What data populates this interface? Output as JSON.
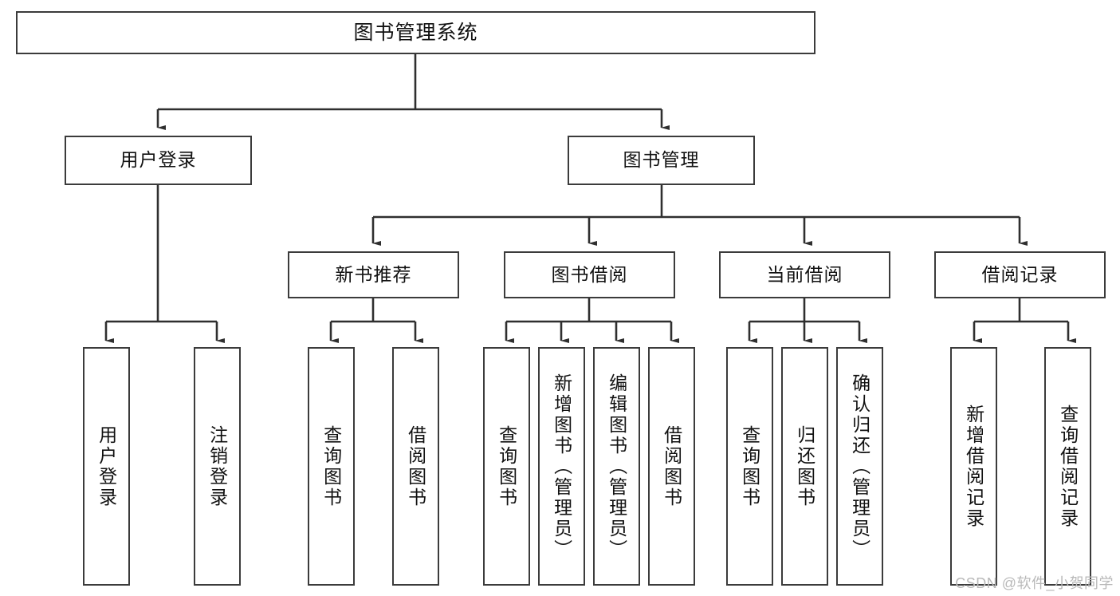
{
  "diagram": {
    "type": "tree",
    "title": "图书管理系统",
    "orientation": "top-down",
    "colors": {
      "border": "#3b3b3b",
      "fill": "#ffffff",
      "text": "#111111",
      "edge": "#2f2f2f",
      "watermark": "#b9b9b9"
    },
    "root": {
      "label": "图书管理系统"
    },
    "level2": [
      {
        "id": "user-login",
        "label": "用户登录"
      },
      {
        "id": "book-management",
        "label": "图书管理"
      }
    ],
    "level3": [
      {
        "id": "new-book-recommend",
        "label": "新书推荐"
      },
      {
        "id": "book-borrow",
        "label": "图书借阅"
      },
      {
        "id": "current-borrow",
        "label": "当前借阅"
      },
      {
        "id": "borrow-record",
        "label": "借阅记录"
      }
    ],
    "leaves": {
      "user_login": [
        {
          "id": "leaf-user-login",
          "label": "用户登录"
        },
        {
          "id": "leaf-logout-login",
          "label": "注销登录"
        }
      ],
      "new_book_recommend": [
        {
          "id": "leaf-query-book-1",
          "label": "查询图书"
        },
        {
          "id": "leaf-borrow-book-1",
          "label": "借阅图书"
        }
      ],
      "book_borrow": [
        {
          "id": "leaf-query-book-2",
          "label": "查询图书"
        },
        {
          "id": "leaf-add-book",
          "label": "新增图书（管理员）"
        },
        {
          "id": "leaf-edit-book",
          "label": "编辑图书（管理员）"
        },
        {
          "id": "leaf-borrow-book-2",
          "label": "借阅图书"
        }
      ],
      "current_borrow": [
        {
          "id": "leaf-query-book-3",
          "label": "查询图书"
        },
        {
          "id": "leaf-return-book",
          "label": "归还图书"
        },
        {
          "id": "leaf-confirm-return",
          "label": "确认归还（管理员）"
        }
      ],
      "borrow_record": [
        {
          "id": "leaf-add-borrow-record",
          "label": "新增借阅记录"
        },
        {
          "id": "leaf-query-borrow-record",
          "label": "查询借阅记录"
        }
      ]
    }
  },
  "watermark": {
    "text": "CSDN @软件_小贺同学"
  }
}
